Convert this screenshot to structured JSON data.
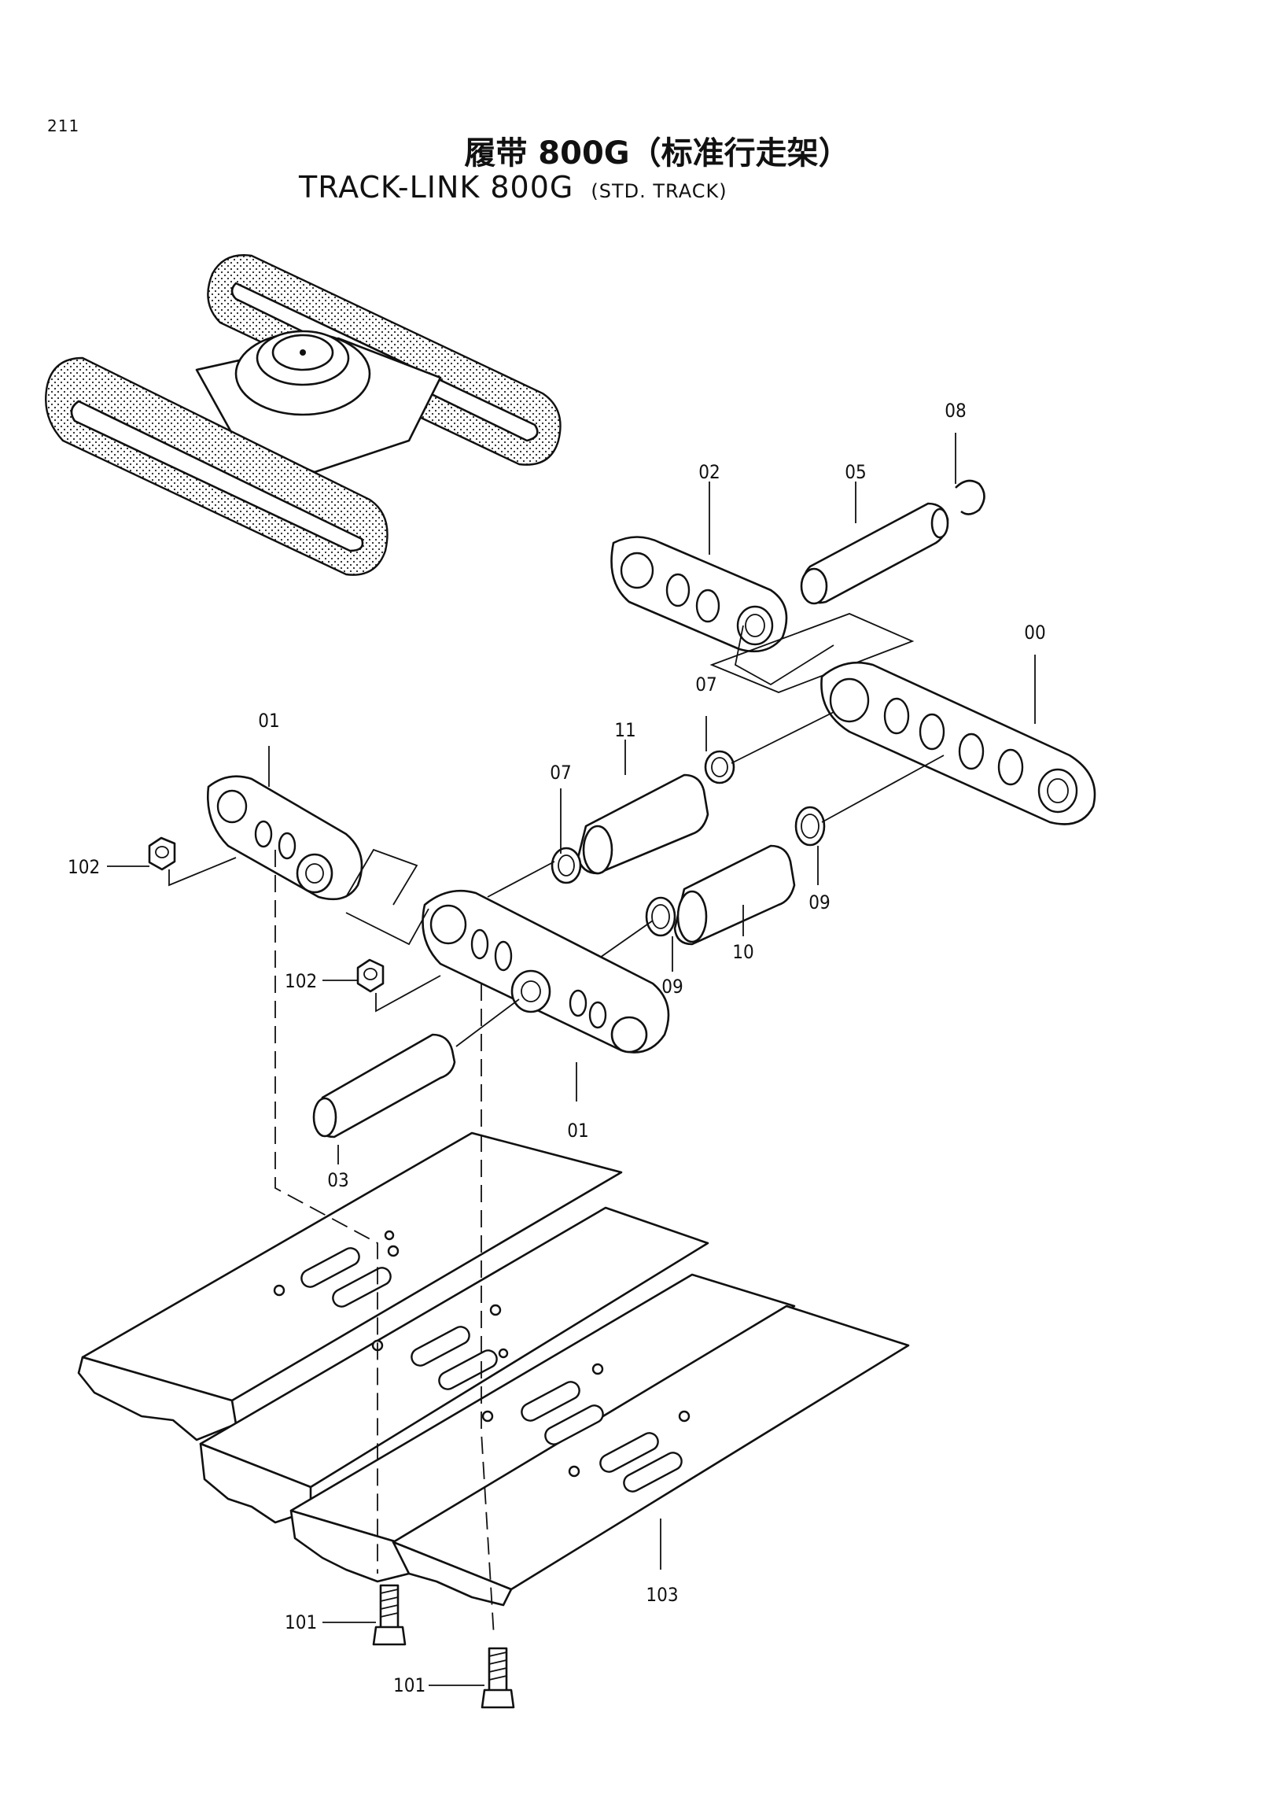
{
  "page_number": "211",
  "title_cn": "履带 800G（标准行走架）",
  "title_en": "TRACK-LINK 800G",
  "title_en_sub": "(STD. TRACK)",
  "callouts": {
    "p00": "00",
    "p01a": "01",
    "p01b": "01",
    "p02": "02",
    "p03": "03",
    "p05": "05",
    "p07a": "07",
    "p07b": "07",
    "p08": "08",
    "p09a": "09",
    "p09b": "09",
    "p10": "10",
    "p11": "11",
    "p101a": "101",
    "p101b": "101",
    "p102a": "102",
    "p102b": "102",
    "p103": "103"
  }
}
